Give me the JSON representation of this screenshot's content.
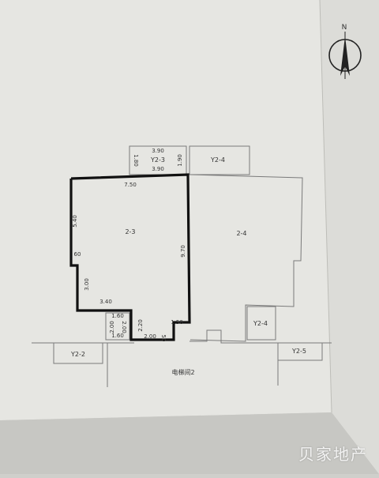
{
  "compass": {
    "label": "N"
  },
  "rooms": {
    "unit_2_3": "2-3",
    "unit_2_4": "2-4",
    "balcony_y2_3": "Y2-3",
    "balcony_y2_4_top": "Y2-4",
    "balcony_y2_4_bottom": "Y2-4",
    "balcony_y2_2": "Y2-2",
    "balcony_y2_5": "Y2-5",
    "elevator_hall": "电梯间2"
  },
  "dimensions": {
    "top_390_a": "3.90",
    "top_390_b": "3.90",
    "y23_180": "1.80",
    "y23_190": "1.90",
    "top_750": "7.50",
    "left_540": "5.40",
    "left_60": "60",
    "left_300": "3.00",
    "bottom_340": "3.40",
    "right_970": "9.70",
    "notch_220": "2.20",
    "bottom_150": "1.50",
    "bottom_200": "2.00",
    "bottom_50": "50",
    "small_160_a": "1.60",
    "small_160_b": "1.60",
    "small_200": "2.00",
    "small_200_rot": "2.00"
  },
  "colors": {
    "paper": "#e8e8e4",
    "wall_bold": "#111111",
    "line": "#7a7a7a",
    "text": "#333333"
  },
  "watermark": "贝家地产"
}
